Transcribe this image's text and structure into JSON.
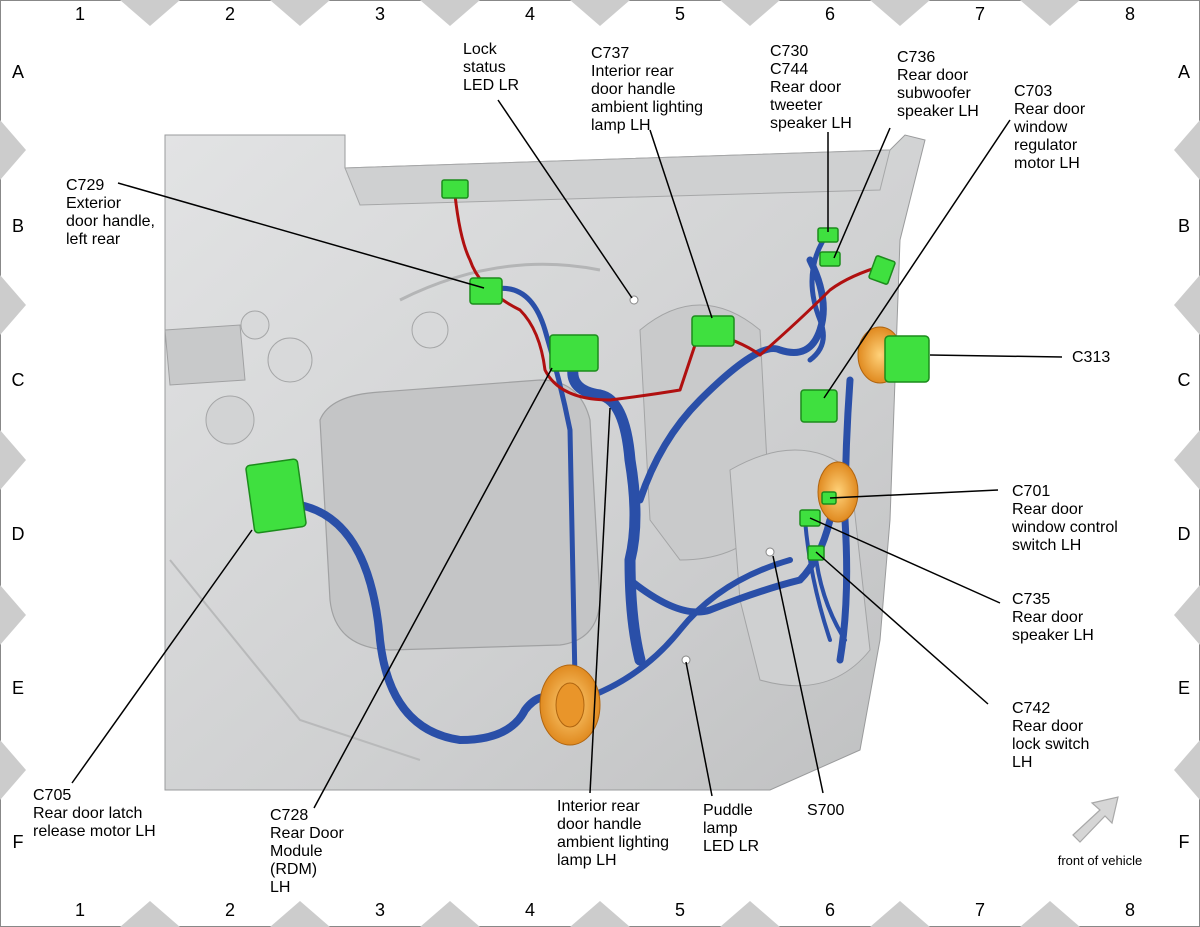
{
  "grid": {
    "columns": [
      "1",
      "2",
      "3",
      "4",
      "5",
      "6",
      "7",
      "8"
    ],
    "rows": [
      "A",
      "B",
      "C",
      "D",
      "E",
      "F"
    ]
  },
  "callouts": {
    "c729": [
      "C729",
      "Exterior",
      "door handle,",
      "left rear"
    ],
    "lock_led": [
      "Lock",
      "status",
      "LED LR"
    ],
    "c737": [
      "C737",
      "Interior rear",
      "door handle",
      "ambient lighting",
      "lamp LH"
    ],
    "c730": [
      "C730",
      "C744",
      "Rear door",
      "tweeter",
      "speaker LH"
    ],
    "c736": [
      "C736",
      "Rear door",
      "subwoofer",
      "speaker LH"
    ],
    "c703": [
      "C703",
      "Rear door",
      "window",
      "regulator",
      "motor LH"
    ],
    "c313": [
      "C313"
    ],
    "c701": [
      "C701",
      "Rear door",
      "window control",
      "switch LH"
    ],
    "c735": [
      "C735",
      "Rear door",
      "speaker LH"
    ],
    "c742": [
      "C742",
      "Rear door",
      "lock switch",
      "LH"
    ],
    "c705": [
      "C705",
      "Rear door latch",
      "release motor LH"
    ],
    "c728": [
      "C728",
      "Rear Door",
      "Module",
      "(RDM)",
      "LH"
    ],
    "interior_lamp": [
      "Interior rear",
      "door handle",
      "ambient lighting",
      "lamp LH"
    ],
    "puddle_lamp": [
      "Puddle",
      "lamp",
      "LED LR"
    ],
    "s700": [
      "S700"
    ]
  },
  "compass": {
    "label": "front of vehicle"
  },
  "colors": {
    "panel": "#d4d5d6",
    "harness_blue": "#2a4fa8",
    "harness_red": "#b01010",
    "connector_green": "#3fe03f",
    "grommet_orange": "#f2a033"
  }
}
